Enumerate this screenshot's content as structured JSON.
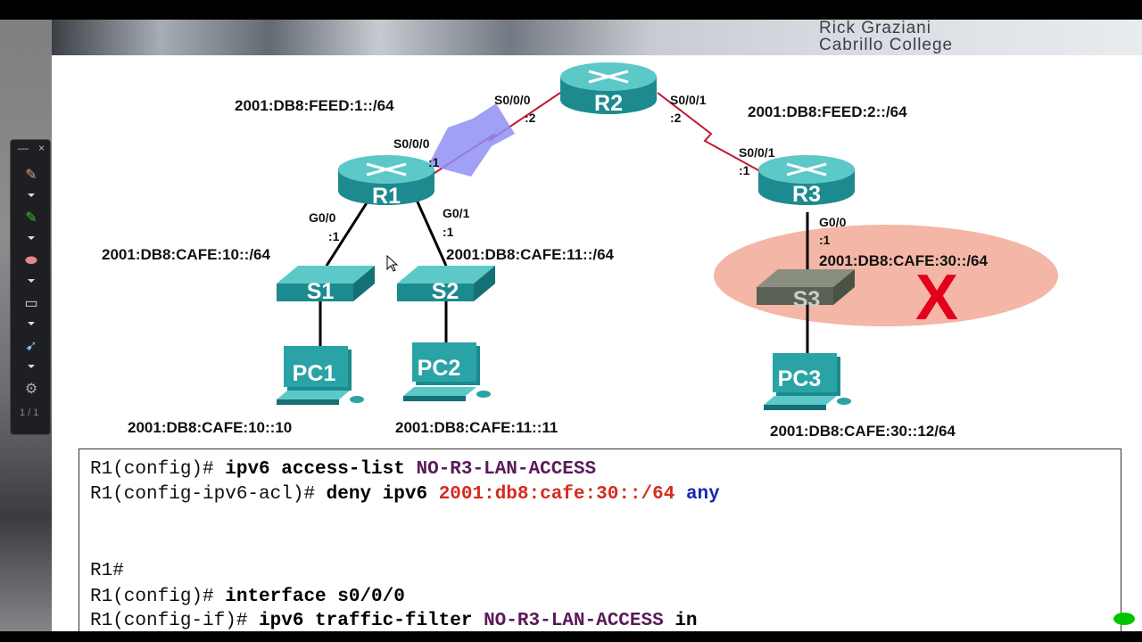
{
  "banner": {
    "author_line1": "Rick Graziani",
    "author_line2": "Cabrillo College"
  },
  "toolbar": {
    "page_counter": "1 / 1"
  },
  "devices": {
    "r1": "R1",
    "r2": "R2",
    "r3": "R3",
    "s1": "S1",
    "s2": "S2",
    "s3": "S3",
    "pc1": "PC1",
    "pc2": "PC2",
    "pc3": "PC3"
  },
  "interfaces": {
    "r2_s000": "S0/0/0",
    "r2_s000_ip": ":2",
    "r2_s001": "S0/0/1",
    "r2_s001_ip": ":2",
    "r1_s000": "S0/0/0",
    "r1_s000_ip": ":1",
    "r3_s001": "S0/0/1",
    "r3_s001_ip": ":1",
    "r1_g00": "G0/0",
    "r1_g00_ip": ":1",
    "r1_g01": "G0/1",
    "r1_g01_ip": ":1",
    "r3_g00": "G0/0",
    "r3_g00_ip": ":1"
  },
  "networks": {
    "feed1": "2001:DB8:FEED:1::/64",
    "feed2": "2001:DB8:FEED:2::/64",
    "cafe10": "2001:DB8:CAFE:10::/64",
    "cafe11": "2001:DB8:CAFE:11::/64",
    "cafe30": "2001:DB8:CAFE:30::/64"
  },
  "hosts": {
    "pc1_ip": "2001:DB8:CAFE:10::10",
    "pc2_ip": "2001:DB8:CAFE:11::11",
    "pc3_ip": "2001:DB8:CAFE:30::12/64"
  },
  "blocked_mark": "X",
  "colors": {
    "highlight_zone": "#f4b6a6",
    "x_mark": "#e4001c",
    "arrow": "#8f8ff5",
    "device": "#1b8a8f"
  },
  "commands": {
    "l1_prompt": "R1(config)# ",
    "l1_cmd": "ipv6 access-list ",
    "l1_acl": "NO-R3-LAN-ACCESS",
    "l2_prompt": "R1(config-ipv6-acl)# ",
    "l2_cmd": "deny ipv6 ",
    "l2_addr": "2001:db8:cafe:30::/64",
    "l2_any": " any",
    "l3_prompt": "R1#",
    "l4_prompt": "R1(config)# ",
    "l4_cmd": "interface s0/0/0",
    "l5_prompt": "R1(config-if)# ",
    "l5_cmd": "ipv6 traffic-filter ",
    "l5_acl": "NO-R3-LAN-ACCESS",
    "l5_dir": " in"
  }
}
